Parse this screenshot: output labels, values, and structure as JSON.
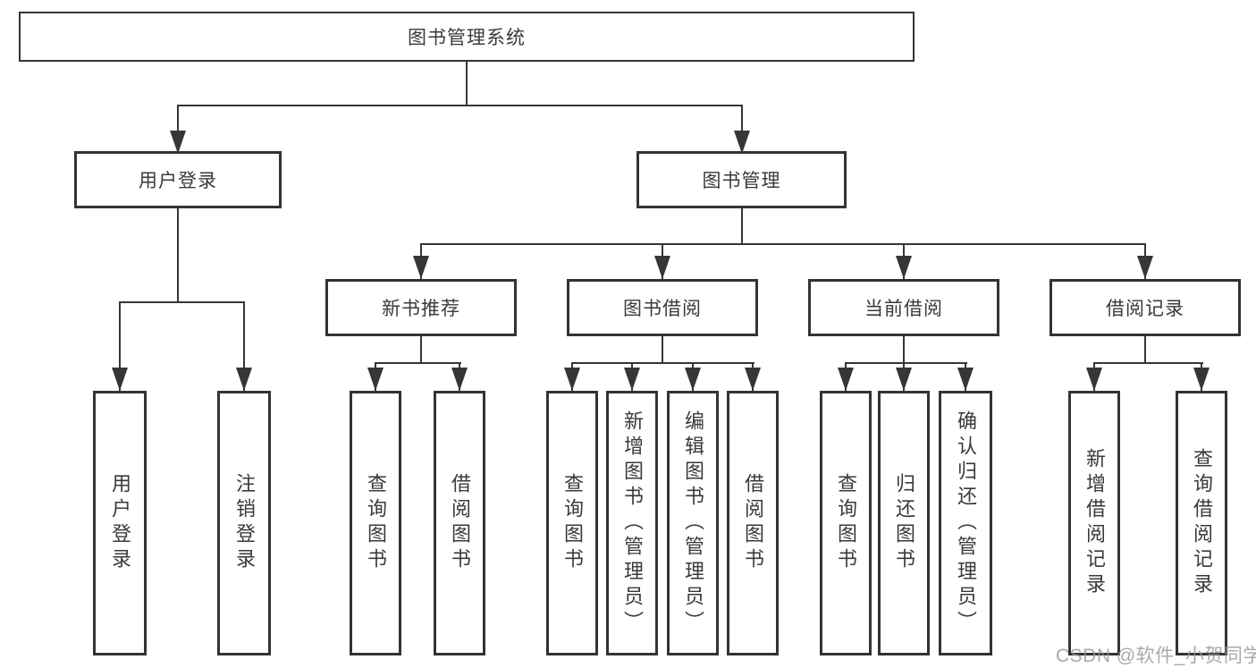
{
  "diagram": {
    "type": "hierarchy-tree",
    "colors": {
      "background": "#ffffff",
      "box_border": "#333333",
      "line": "#363636",
      "text": "#3a3a3a",
      "watermark": "#949494"
    },
    "tree": {
      "label": "图书管理系统",
      "children": [
        {
          "label": "用户登录",
          "children": [
            {
              "label": "用户登录"
            },
            {
              "label": "注销登录"
            }
          ]
        },
        {
          "label": "图书管理",
          "children": [
            {
              "label": "新书推荐",
              "children": [
                {
                  "label": "查询图书"
                },
                {
                  "label": "借阅图书"
                }
              ]
            },
            {
              "label": "图书借阅",
              "children": [
                {
                  "label": "查询图书"
                },
                {
                  "label": "新增图书（管理员）"
                },
                {
                  "label": "编辑图书（管理员）"
                },
                {
                  "label": "借阅图书"
                }
              ]
            },
            {
              "label": "当前借阅",
              "children": [
                {
                  "label": "查询图书"
                },
                {
                  "label": "归还图书"
                },
                {
                  "label": "确认归还（管理员）"
                }
              ]
            },
            {
              "label": "借阅记录",
              "children": [
                {
                  "label": "新增借阅记录"
                },
                {
                  "label": "查询借阅记录"
                }
              ]
            }
          ]
        }
      ]
    },
    "watermark": {
      "text": "CSDN @软件_小贺同学"
    }
  }
}
